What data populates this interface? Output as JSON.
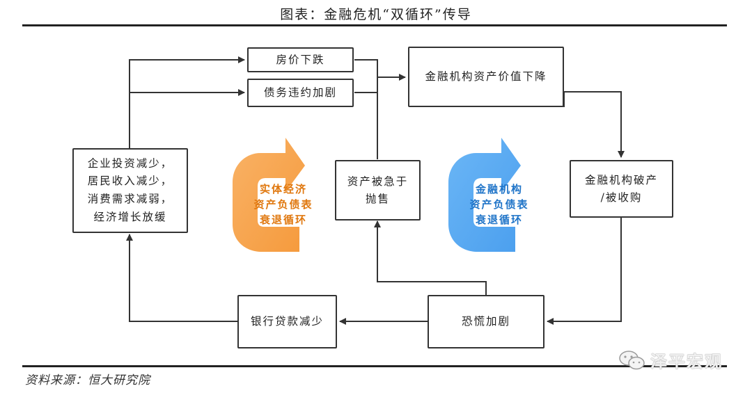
{
  "title": "图表：金融危机“双循环”传导",
  "source": "资料来源：恒大研究院",
  "nodes": {
    "house_price": "房价下跌",
    "debt_default": "债务违约加剧",
    "asset_value": "金融机构资产价值下降",
    "corporate": "企业投资减少，\n居民收入减少，\n消费需求减弱，\n经济增长放缓",
    "fire_sale": "资产被急于\n抛售",
    "bankruptcy": "金融机构破产\n/被收购",
    "bank_loans": "银行贷款减少",
    "panic": "恐慌加剧"
  },
  "cycles": {
    "real_economy": {
      "label": "实体经济\n资产负债表\n衰退循环",
      "color": "#f7a24d",
      "text_color": "#e0780f"
    },
    "financial": {
      "label": "金融机构\n资产负债表\n衰退循环",
      "color": "#55a9f2",
      "text_color": "#1f74c8"
    }
  },
  "watermark": "泽平宏观",
  "colors": {
    "line": "#333333"
  }
}
